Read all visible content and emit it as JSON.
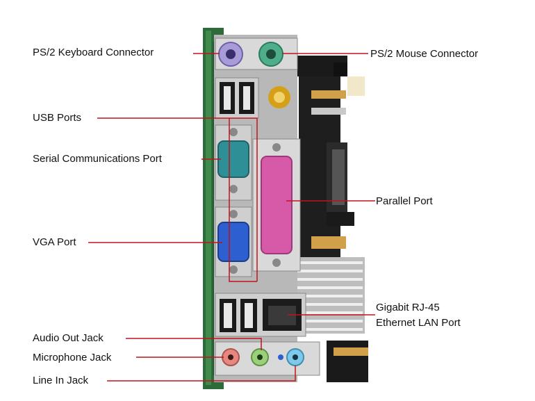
{
  "labels": {
    "ps2_keyboard": "PS/2 Keyboard Connector",
    "ps2_mouse": "PS/2 Mouse Connector",
    "usb": "USB Ports",
    "serial": "Serial Communications Port",
    "parallel": "Parallel Port",
    "vga": "VGA Port",
    "lan_line1": "Gigabit RJ-45",
    "lan_line2": "Ethernet LAN Port",
    "audio_out": "Audio Out Jack",
    "microphone": "Microphone Jack",
    "line_in": "Line In Jack"
  },
  "colors": {
    "leader_line": "#c0121c",
    "ps2_keyboard": "#a99bd8",
    "ps2_mouse": "#4fae8a",
    "serial": "#2f8f96",
    "parallel": "#d65aa8",
    "vga": "#2d5fd0",
    "audio_out": "#9bd07a",
    "microphone": "#e8877f",
    "line_in": "#7ec8ea",
    "pcb": "#2d6b3a",
    "metal": "#c9c9c9",
    "heatsink": "#d4d4d4"
  }
}
